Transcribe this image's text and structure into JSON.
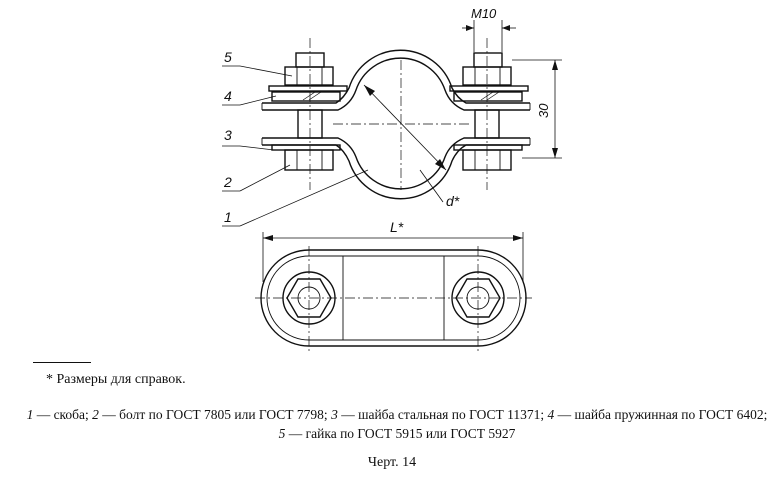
{
  "figure": {
    "labels": {
      "thread": "M10",
      "height": "30",
      "length": "L*",
      "diameter": "d*",
      "callouts": [
        "5",
        "4",
        "3",
        "2",
        "1"
      ]
    }
  },
  "footnote": "* Размеры для справок.",
  "legend": {
    "items": [
      {
        "num": "1",
        "text": " — скоба; "
      },
      {
        "num": "2",
        "text": " — болт по ГОСТ 7805 или ГОСТ 7798; "
      },
      {
        "num": "3",
        "text": " — шайба стальная по ГОСТ 11371; "
      },
      {
        "num": "4",
        "text": " — шайба пружинная по ГОСТ 6402; "
      },
      {
        "num": "5",
        "text": " — гайка по ГОСТ 5915 или ГОСТ 5927"
      }
    ]
  },
  "caption": "Черт. 14"
}
